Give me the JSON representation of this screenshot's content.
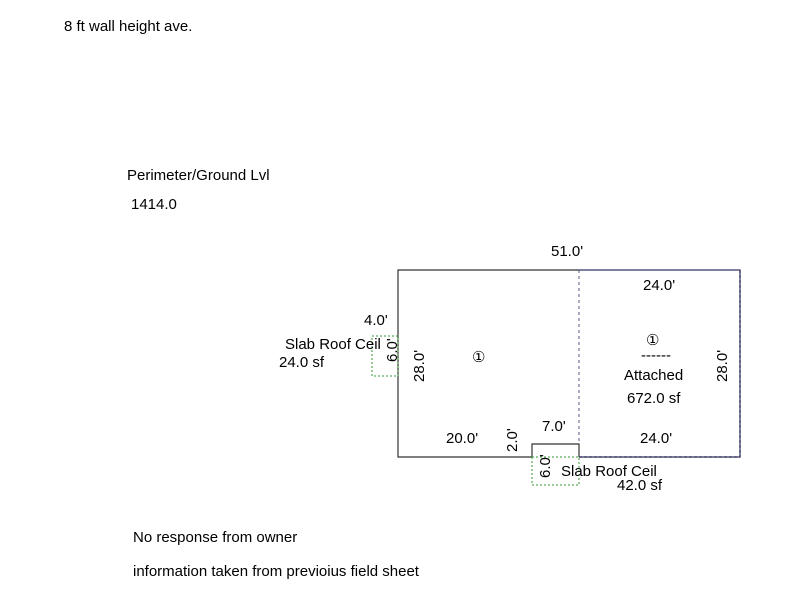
{
  "header_note": "8 ft wall height ave.",
  "perimeter": {
    "label": "Perimeter/Ground Lvl",
    "value": "1414.0"
  },
  "notes": [
    "No response from owner",
    "information taken from previoius field sheet"
  ],
  "sketch": {
    "top_dim": "51.0'",
    "left_dim": "28.0'",
    "bottom_left_dim": "20.0'",
    "notch_depth_dim": "2.0'",
    "notch_width_dim": "7.0'",
    "main_marker": "①",
    "left_addon": {
      "width_dim": "4.0'",
      "height_dim": "6.0'",
      "label": "Slab Roof Ceil",
      "area": "24.0 sf"
    },
    "bottom_addon": {
      "height_dim": "6.0'",
      "label": "Slab Roof Ceil",
      "area": "42.0 sf"
    },
    "garage": {
      "top_dim": "24.0'",
      "bottom_dim": "24.0'",
      "right_dim": "28.0'",
      "marker": "①",
      "separator": "------",
      "label": "Attached",
      "area": "672.0 sf"
    }
  }
}
